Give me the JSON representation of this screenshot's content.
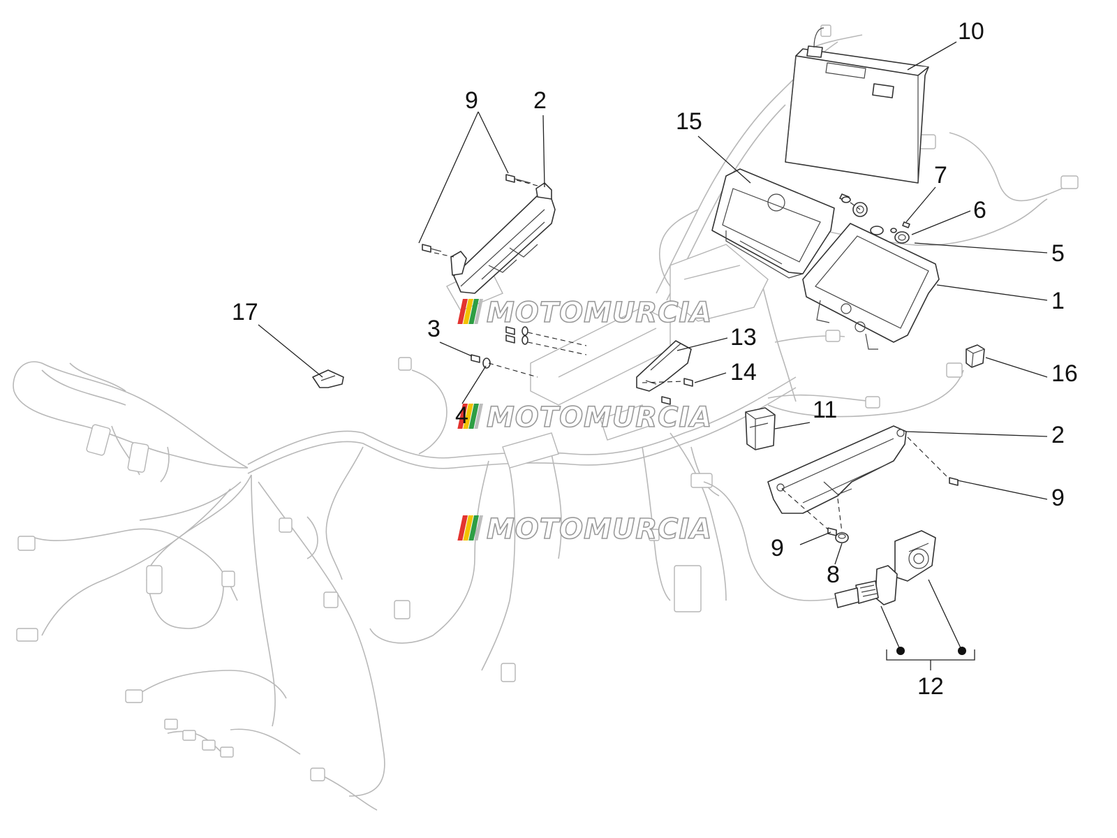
{
  "callouts": [
    {
      "label": "10"
    },
    {
      "label": "9"
    },
    {
      "label": "2"
    },
    {
      "label": "15"
    },
    {
      "label": "7"
    },
    {
      "label": "6"
    },
    {
      "label": "5"
    },
    {
      "label": "1"
    },
    {
      "label": "17"
    },
    {
      "label": "3"
    },
    {
      "label": "13"
    },
    {
      "label": "14"
    },
    {
      "label": "16"
    },
    {
      "label": "11"
    },
    {
      "label": "4"
    },
    {
      "label": "2"
    },
    {
      "label": "9"
    },
    {
      "label": "9"
    },
    {
      "label": "8"
    },
    {
      "label": "12"
    }
  ],
  "watermark": {
    "text": "MOTOMURCIA"
  },
  "colors": {
    "line_art": "#333333",
    "harness": "#b8b8b8",
    "watermark_stripes": [
      "#e3342f",
      "#f2c200",
      "#2e9e44",
      "#bdbdbd"
    ]
  }
}
